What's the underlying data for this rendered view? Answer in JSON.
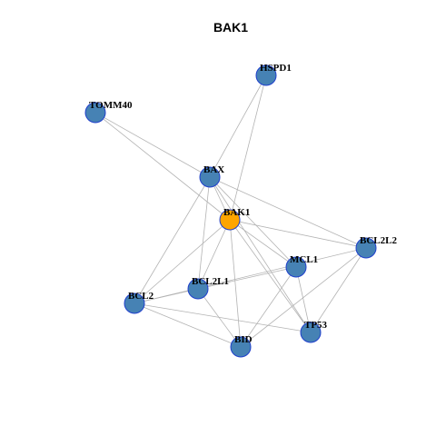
{
  "graph": {
    "title": "BAK1",
    "colors": {
      "focus_node": "#FFA500",
      "node": "#4682B4",
      "node_border": "#1F3FCC",
      "edge": "#B3B3B3"
    },
    "nodes": [
      {
        "id": "BAK1",
        "label": "BAK1",
        "focus": true
      },
      {
        "id": "HSPD1",
        "label": "HSPD1",
        "focus": false
      },
      {
        "id": "TOMM40",
        "label": "TOMM40",
        "focus": false
      },
      {
        "id": "BAX",
        "label": "BAX",
        "focus": false
      },
      {
        "id": "BCL2L2",
        "label": "BCL2L2",
        "focus": false
      },
      {
        "id": "MCL1",
        "label": "MCL1",
        "focus": false
      },
      {
        "id": "BCL2L1",
        "label": "BCL2L1",
        "focus": false
      },
      {
        "id": "BCL2",
        "label": "BCL2",
        "focus": false
      },
      {
        "id": "TP53",
        "label": "TP53",
        "focus": false
      },
      {
        "id": "BID",
        "label": "BID",
        "focus": false
      }
    ],
    "edges": [
      [
        "TOMM40",
        "BAX"
      ],
      [
        "TOMM40",
        "BAK1"
      ],
      [
        "HSPD1",
        "BAX"
      ],
      [
        "HSPD1",
        "BAK1"
      ],
      [
        "BAX",
        "BAK1"
      ],
      [
        "BAX",
        "BCL2L2"
      ],
      [
        "BAX",
        "MCL1"
      ],
      [
        "BAX",
        "BCL2L1"
      ],
      [
        "BAX",
        "BCL2"
      ],
      [
        "BAX",
        "TP53"
      ],
      [
        "BAK1",
        "BCL2L2"
      ],
      [
        "BAK1",
        "MCL1"
      ],
      [
        "BAK1",
        "BCL2L1"
      ],
      [
        "BAK1",
        "BCL2"
      ],
      [
        "BAK1",
        "BID"
      ],
      [
        "BAK1",
        "TP53"
      ],
      [
        "BCL2L2",
        "BID"
      ],
      [
        "BCL2L2",
        "TP53"
      ],
      [
        "BCL2L2",
        "BCL2"
      ],
      [
        "MCL1",
        "BCL2L1"
      ],
      [
        "MCL1",
        "TP53"
      ],
      [
        "MCL1",
        "BID"
      ],
      [
        "BCL2L1",
        "BCL2"
      ],
      [
        "BCL2L1",
        "BID"
      ],
      [
        "BCL2",
        "BID"
      ],
      [
        "BCL2",
        "TP53"
      ]
    ]
  }
}
